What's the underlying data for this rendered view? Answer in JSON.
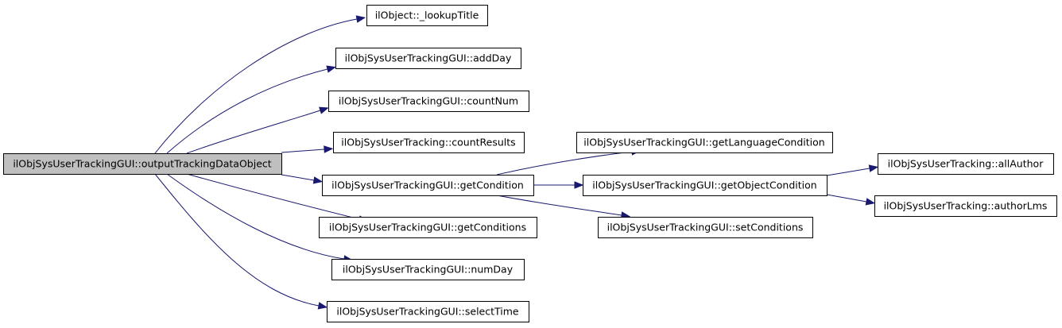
{
  "graph": {
    "colors": {
      "edge": "#191970",
      "node_fill": "#ffffff",
      "root_fill": "#bfbfbf",
      "border": "#000000"
    },
    "nodes": [
      {
        "id": "root",
        "label": "ilObjSysUserTrackingGUI::outputTrackingDataObject",
        "highlighted": true
      },
      {
        "id": "lookupTitle",
        "label": "ilObject::_lookupTitle"
      },
      {
        "id": "addDay",
        "label": "ilObjSysUserTrackingGUI::addDay"
      },
      {
        "id": "countNum",
        "label": "ilObjSysUserTrackingGUI::countNum"
      },
      {
        "id": "countResults",
        "label": "ilObjSysUserTracking::countResults"
      },
      {
        "id": "getCondition",
        "label": "ilObjSysUserTrackingGUI::getCondition"
      },
      {
        "id": "getConditions",
        "label": "ilObjSysUserTrackingGUI::getConditions"
      },
      {
        "id": "numDay",
        "label": "ilObjSysUserTrackingGUI::numDay"
      },
      {
        "id": "selectTime",
        "label": "ilObjSysUserTrackingGUI::selectTime"
      },
      {
        "id": "getLanguageCondition",
        "label": "ilObjSysUserTrackingGUI::getLanguageCondition"
      },
      {
        "id": "getObjectCondition",
        "label": "ilObjSysUserTrackingGUI::getObjectCondition"
      },
      {
        "id": "setConditions",
        "label": "ilObjSysUserTrackingGUI::setConditions"
      },
      {
        "id": "allAuthor",
        "label": "ilObjSysUserTracking::allAuthor"
      },
      {
        "id": "authorLms",
        "label": "ilObjSysUserTracking::authorLms"
      }
    ],
    "edges": [
      {
        "from": "root",
        "to": "lookupTitle"
      },
      {
        "from": "root",
        "to": "addDay"
      },
      {
        "from": "root",
        "to": "countNum"
      },
      {
        "from": "root",
        "to": "countResults"
      },
      {
        "from": "root",
        "to": "getCondition"
      },
      {
        "from": "root",
        "to": "getConditions"
      },
      {
        "from": "root",
        "to": "numDay"
      },
      {
        "from": "root",
        "to": "selectTime"
      },
      {
        "from": "getCondition",
        "to": "getLanguageCondition"
      },
      {
        "from": "getCondition",
        "to": "getObjectCondition"
      },
      {
        "from": "getCondition",
        "to": "setConditions"
      },
      {
        "from": "getObjectCondition",
        "to": "allAuthor"
      },
      {
        "from": "getObjectCondition",
        "to": "authorLms"
      }
    ]
  }
}
